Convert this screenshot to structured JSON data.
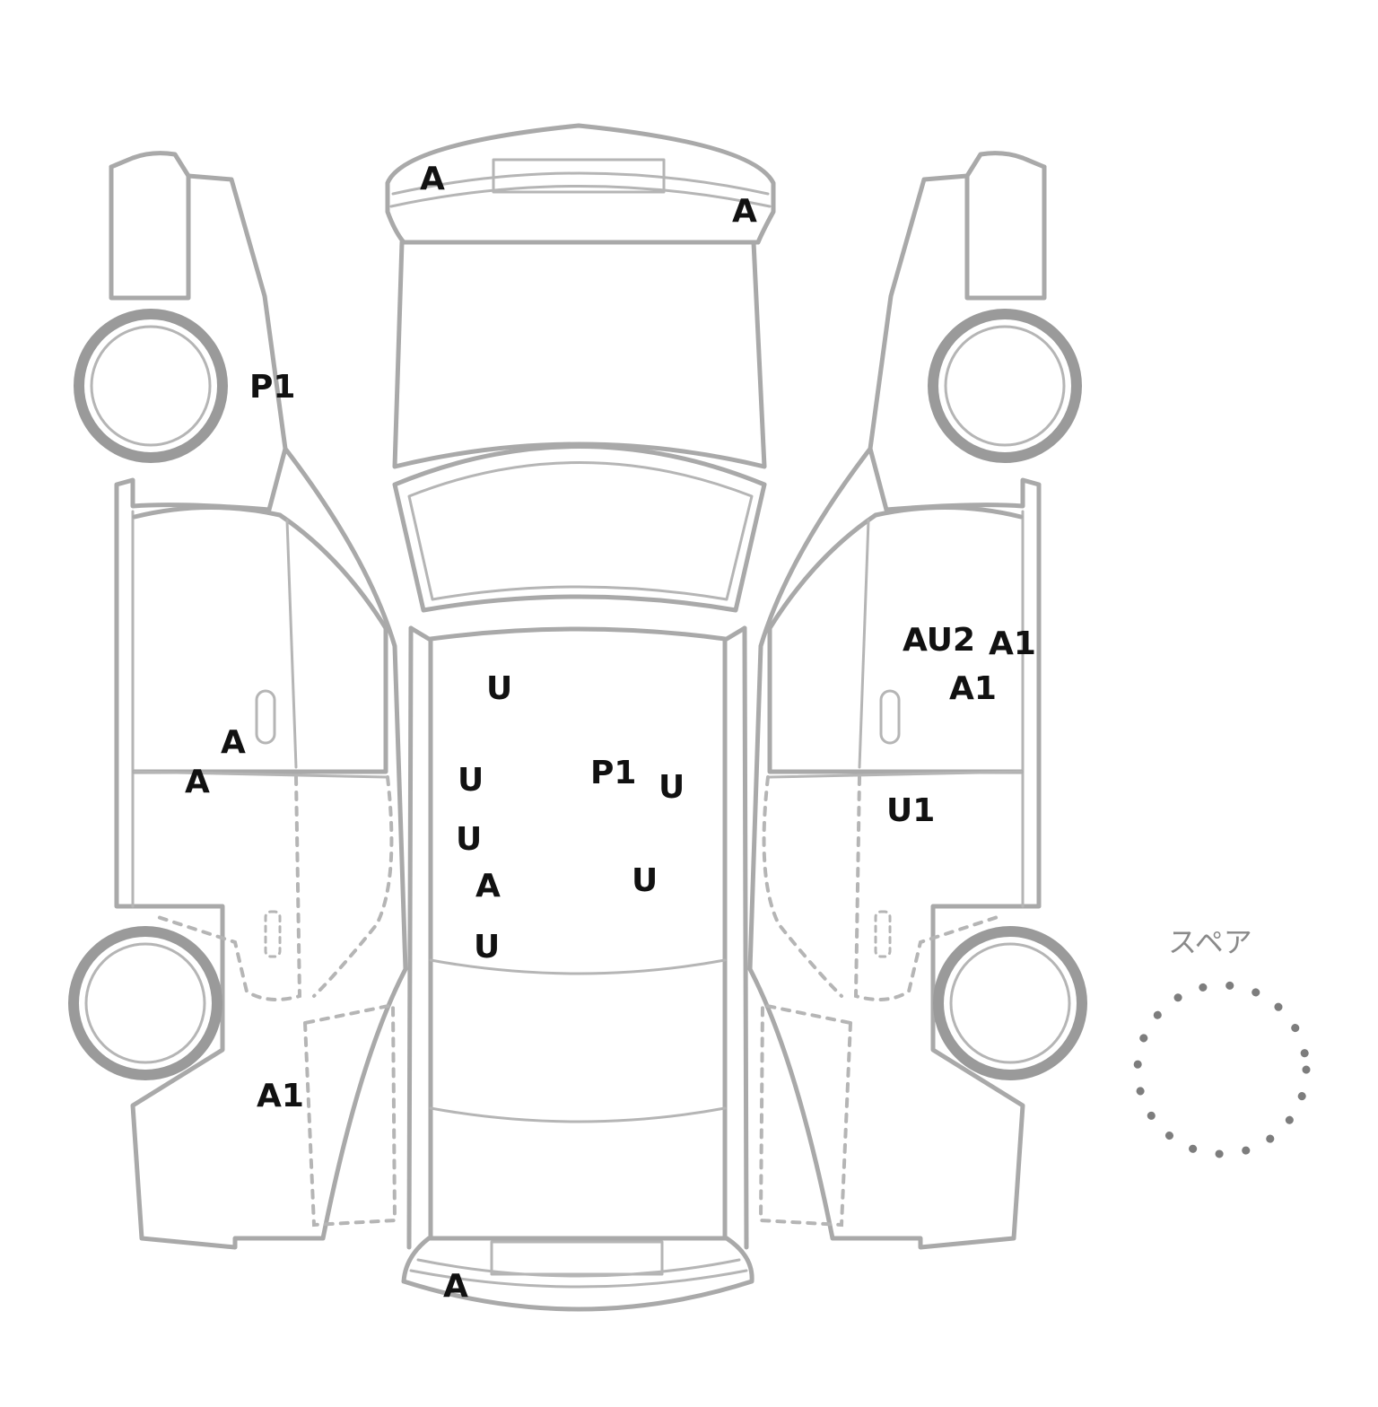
{
  "diagram": {
    "spare_label": "スペア",
    "line_color": "#a9a9a9",
    "mark_color": "#111111"
  },
  "marks": [
    {
      "id": "front-bumper-left",
      "text": "A"
    },
    {
      "id": "front-bumper-right",
      "text": "A"
    },
    {
      "id": "left-front-fender",
      "text": "P1"
    },
    {
      "id": "left-front-door-upper",
      "text": "A"
    },
    {
      "id": "left-front-door-lower",
      "text": "A"
    },
    {
      "id": "left-rear-quarter",
      "text": "A1"
    },
    {
      "id": "roof-1",
      "text": "U"
    },
    {
      "id": "roof-2",
      "text": "U"
    },
    {
      "id": "roof-3",
      "text": "U"
    },
    {
      "id": "roof-4",
      "text": "A"
    },
    {
      "id": "roof-5",
      "text": "U"
    },
    {
      "id": "roof-6",
      "text": "P1"
    },
    {
      "id": "roof-7",
      "text": "U"
    },
    {
      "id": "roof-8",
      "text": "U"
    },
    {
      "id": "right-front-door-1",
      "text": "AU2"
    },
    {
      "id": "right-front-door-2",
      "text": "A1"
    },
    {
      "id": "right-front-door-3",
      "text": "A1"
    },
    {
      "id": "right-front-door-4",
      "text": "U1"
    },
    {
      "id": "rear-bumper",
      "text": "A"
    }
  ]
}
